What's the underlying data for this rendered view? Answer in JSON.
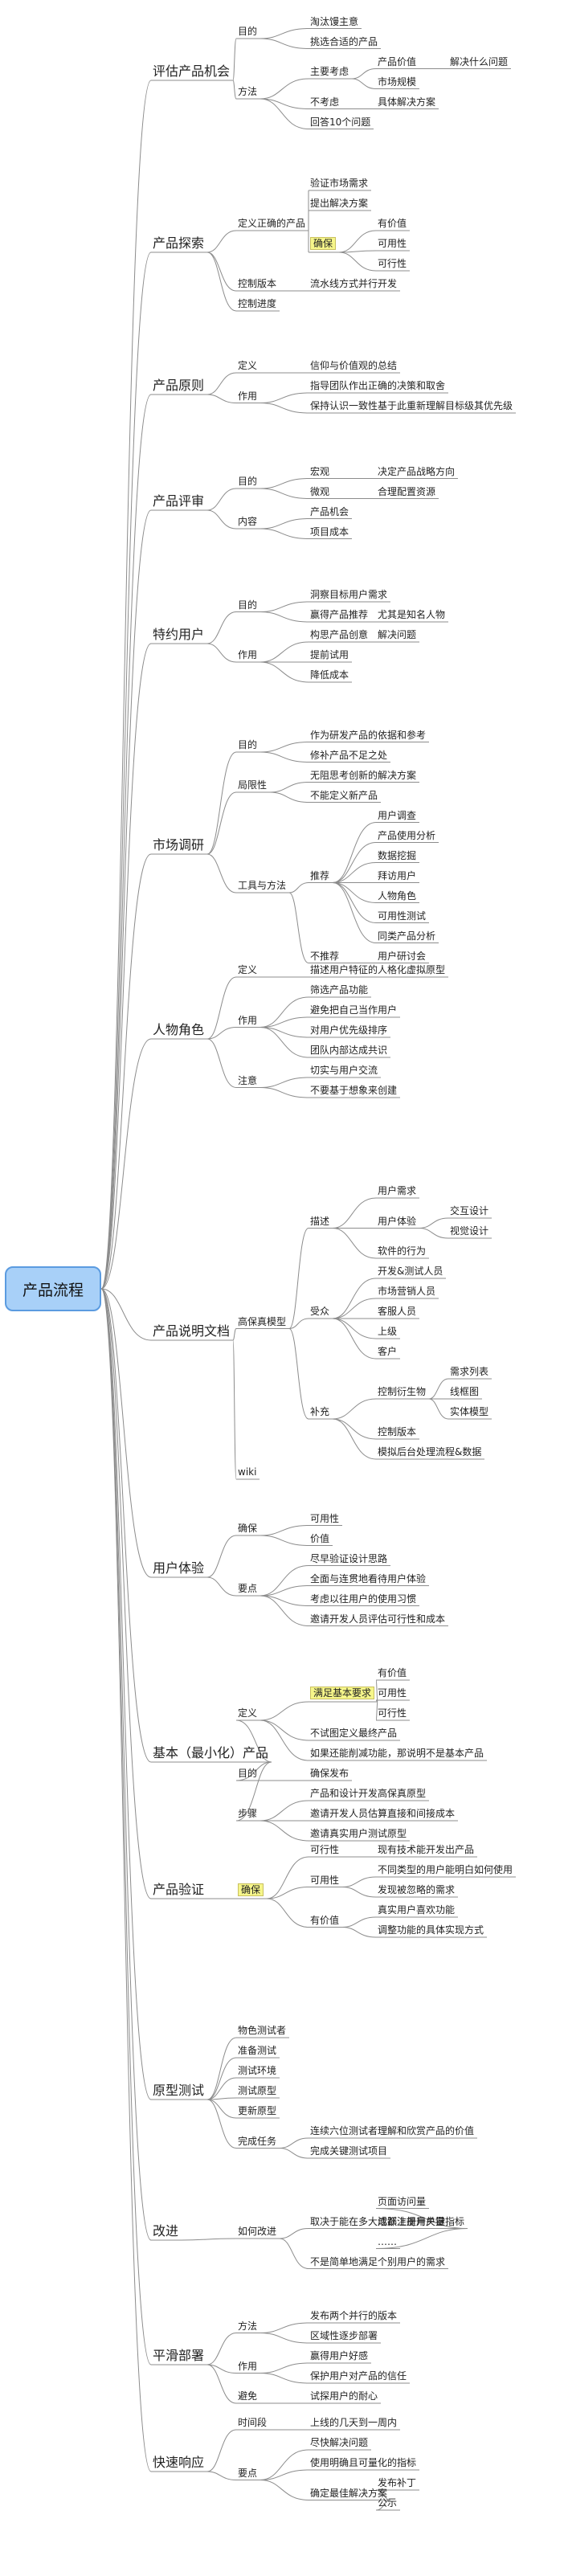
{
  "root": "产品流程",
  "branches": [
    {
      "label": "评估产品机会",
      "children": [
        {
          "label": "目的",
          "children": [
            {
              "label": "淘汰馒主意"
            },
            {
              "label": "挑选合适的产品"
            }
          ]
        },
        {
          "label": "方法",
          "children": [
            {
              "label": "主要考虑",
              "children": [
                {
                  "label": "产品价值",
                  "children": [
                    {
                      "label": "解决什么问题"
                    }
                  ]
                },
                {
                  "label": "市场规模"
                }
              ]
            },
            {
              "label": "不考虑",
              "children": [
                {
                  "label": "具体解决方案"
                }
              ]
            },
            {
              "label": "回答10个问题"
            }
          ]
        }
      ]
    },
    {
      "label": "产品探索",
      "children": [
        {
          "label": "定义正确的产品",
          "children": [
            {
              "label": "验证市场需求"
            },
            {
              "label": "提出解决方案"
            },
            {
              "label": "确保",
              "highlight": true,
              "children": [
                {
                  "label": "有价值"
                },
                {
                  "label": "可用性"
                },
                {
                  "label": "可行性"
                }
              ]
            }
          ]
        },
        {
          "label": "控制版本",
          "children": [
            {
              "label": "流水线方式并行开发"
            }
          ]
        },
        {
          "label": "控制进度"
        }
      ]
    },
    {
      "label": "产品原则",
      "children": [
        {
          "label": "定义",
          "children": [
            {
              "label": "信仰与价值观的总结"
            }
          ]
        },
        {
          "label": "作用",
          "children": [
            {
              "label": "指导团队作出正确的决策和取舍"
            },
            {
              "label": "保持认识一致性",
              "children": [
                {
                  "label": "基于此重新理解目标级其优先级"
                }
              ]
            }
          ]
        }
      ]
    },
    {
      "label": "产品评审",
      "children": [
        {
          "label": "目的",
          "children": [
            {
              "label": "宏观",
              "children": [
                {
                  "label": "决定产品战略方向"
                }
              ]
            },
            {
              "label": "微观",
              "children": [
                {
                  "label": "合理配置资源"
                }
              ]
            }
          ]
        },
        {
          "label": "内容",
          "children": [
            {
              "label": "产品机会"
            },
            {
              "label": "项目成本"
            }
          ]
        }
      ]
    },
    {
      "label": "特约用户",
      "children": [
        {
          "label": "目的",
          "children": [
            {
              "label": "洞察目标用户需求"
            },
            {
              "label": "赢得产品推荐",
              "children": [
                {
                  "label": "尤其是知名人物"
                }
              ]
            }
          ]
        },
        {
          "label": "作用",
          "children": [
            {
              "label": "构思产品创意",
              "children": [
                {
                  "label": "解决问题"
                }
              ]
            },
            {
              "label": "提前试用"
            },
            {
              "label": "降低成本"
            }
          ]
        }
      ]
    },
    {
      "label": "市场调研",
      "children": [
        {
          "label": "目的",
          "children": [
            {
              "label": "作为研发产品的依据和参考"
            },
            {
              "label": "修补产品不足之处"
            }
          ]
        },
        {
          "label": "局限性",
          "children": [
            {
              "label": "无阻思考创新的解决方案"
            },
            {
              "label": "不能定义新产品"
            }
          ]
        },
        {
          "label": "工具与方法",
          "children": [
            {
              "label": "推荐",
              "children": [
                {
                  "label": "用户调查"
                },
                {
                  "label": "产品使用分析"
                },
                {
                  "label": "数据挖掘"
                },
                {
                  "label": "拜访用户"
                },
                {
                  "label": "人物角色"
                },
                {
                  "label": "可用性测试"
                },
                {
                  "label": "同类产品分析"
                }
              ]
            },
            {
              "label": "不推荐",
              "children": [
                {
                  "label": "用户研讨会"
                }
              ]
            }
          ]
        }
      ]
    },
    {
      "label": "人物角色",
      "children": [
        {
          "label": "定义",
          "children": [
            {
              "label": "描述用户特征的人格化虚拟原型"
            }
          ]
        },
        {
          "label": "作用",
          "children": [
            {
              "label": "筛选产品功能"
            },
            {
              "label": "避免把自己当作用户"
            },
            {
              "label": "对用户优先级排序"
            },
            {
              "label": "团队内部达成共识"
            }
          ]
        },
        {
          "label": "注意",
          "children": [
            {
              "label": "切实与用户交流"
            },
            {
              "label": "不要基于想象来创建"
            }
          ]
        }
      ]
    },
    {
      "label": "产品说明文档",
      "children": [
        {
          "label": "高保真模型",
          "children": [
            {
              "label": "描述",
              "children": [
                {
                  "label": "用户需求"
                },
                {
                  "label": "用户体验",
                  "children": [
                    {
                      "label": "交互设计"
                    },
                    {
                      "label": "视觉设计"
                    }
                  ]
                },
                {
                  "label": "软件的行为"
                }
              ]
            },
            {
              "label": "受众",
              "children": [
                {
                  "label": "开发&测试人员"
                },
                {
                  "label": "市场营销人员"
                },
                {
                  "label": "客服人员"
                },
                {
                  "label": "上级"
                },
                {
                  "label": "客户"
                }
              ]
            },
            {
              "label": "补充",
              "children": [
                {
                  "label": "控制衍生物",
                  "children": [
                    {
                      "label": "需求列表"
                    },
                    {
                      "label": "线框图"
                    },
                    {
                      "label": "实体模型"
                    }
                  ]
                },
                {
                  "label": "控制版本"
                },
                {
                  "label": "模拟后台处理流程&数据"
                }
              ]
            }
          ]
        },
        {
          "label": "wiki"
        }
      ]
    },
    {
      "label": "用户体验",
      "children": [
        {
          "label": "确保",
          "children": [
            {
              "label": "可用性"
            },
            {
              "label": "价值"
            }
          ]
        },
        {
          "label": "要点",
          "children": [
            {
              "label": "尽早验证设计思路"
            },
            {
              "label": "全面与连贯地看待用户体验"
            },
            {
              "label": "考虑以往用户的使用习惯"
            },
            {
              "label": "邀请开发人员评估可行性和成本"
            }
          ]
        }
      ]
    },
    {
      "label": "基本（最小化）产品",
      "children": [
        {
          "label": "定义",
          "children": [
            {
              "label": "满足基本要求",
              "highlight": true,
              "children": [
                {
                  "label": "有价值"
                },
                {
                  "label": "可用性"
                },
                {
                  "label": "可行性"
                }
              ]
            },
            {
              "label": "不试图定义最终产品"
            },
            {
              "label": "如果还能削减功能，那说明不是基本产品"
            }
          ]
        },
        {
          "label": "目的",
          "children": [
            {
              "label": "确保发布"
            }
          ]
        },
        {
          "label": "步骤",
          "children": [
            {
              "label": "产品和设计开发高保真原型"
            },
            {
              "label": "邀请开发人员估算直接和间接成本"
            },
            {
              "label": "邀请真实用户测试原型"
            }
          ]
        }
      ]
    },
    {
      "label": "产品验证",
      "children": [
        {
          "label": "确保",
          "highlight": true,
          "children": [
            {
              "label": "可行性",
              "children": [
                {
                  "label": "现有技术能开发出产品"
                }
              ]
            },
            {
              "label": "可用性",
              "children": [
                {
                  "label": "不同类型的用户能明白如何使用"
                },
                {
                  "label": "发现被忽略的需求"
                }
              ]
            },
            {
              "label": "有价值",
              "children": [
                {
                  "label": "真实用户喜欢功能"
                },
                {
                  "label": "调整功能的具体实现方式"
                }
              ]
            }
          ]
        }
      ]
    },
    {
      "label": "原型测试",
      "children": [
        {
          "label": "物色测试者"
        },
        {
          "label": "准备测试"
        },
        {
          "label": "测试环境"
        },
        {
          "label": "测试原型"
        },
        {
          "label": "更新原型"
        },
        {
          "label": "完成任务",
          "children": [
            {
              "label": "连续六位测试者理解和欣赏产品的价值"
            },
            {
              "label": "完成关键测试项目"
            }
          ]
        }
      ]
    },
    {
      "label": "改进",
      "children": [
        {
          "label": "如何改进",
          "children": [
            {
              "label": "取决于能在多大成都上提升关键指标",
              "children": [
                {
                  "label": "页面访问量"
                },
                {
                  "label": "活跃注册用户量"
                },
                {
                  "label": "……"
                }
              ]
            },
            {
              "label": "不是简单地满足个别用户的需求"
            }
          ]
        }
      ]
    },
    {
      "label": "平滑部署",
      "children": [
        {
          "label": "方法",
          "children": [
            {
              "label": "发布两个并行的版本"
            },
            {
              "label": "区域性逐步部署"
            }
          ]
        },
        {
          "label": "作用",
          "children": [
            {
              "label": "赢得用户好感"
            },
            {
              "label": "保护用户对产品的信任"
            }
          ]
        },
        {
          "label": "避免",
          "children": [
            {
              "label": "试探用户的耐心"
            }
          ]
        }
      ]
    },
    {
      "label": "快速响应",
      "children": [
        {
          "label": "时间段",
          "children": [
            {
              "label": "上线的几天到一周内"
            }
          ]
        },
        {
          "label": "要点",
          "children": [
            {
              "label": "尽快解决问题"
            },
            {
              "label": "使用明确且可量化的指标"
            },
            {
              "label": "确定最佳解决方案",
              "children": [
                {
                  "label": "发布补丁"
                },
                {
                  "label": "公示"
                }
              ]
            }
          ]
        }
      ]
    }
  ],
  "colors": {
    "line": "#8c8c8c",
    "root_fill": "#a8d0f8",
    "root_border": "#5b9be0",
    "highlight": "#f6f68a"
  }
}
